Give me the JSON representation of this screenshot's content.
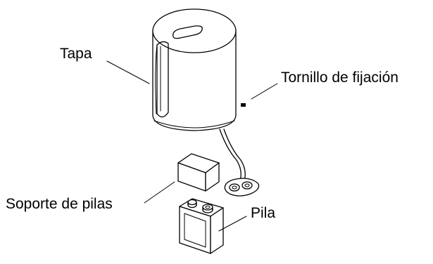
{
  "labels": {
    "tapa": "Tapa",
    "tornillo": "Tornillo de fijación",
    "soporte": "Soporte de pilas",
    "pila": "Pila"
  }
}
